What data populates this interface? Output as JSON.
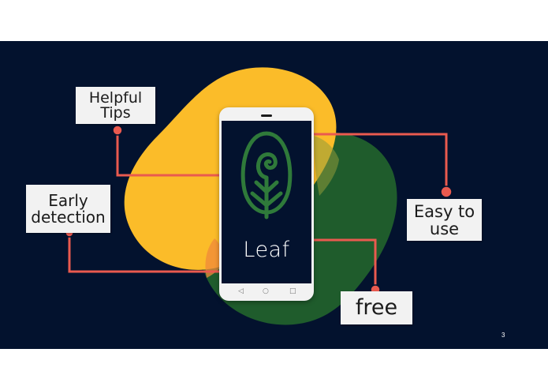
{
  "slide": {
    "app_name": "Leaf",
    "page_number": "3",
    "callouts": {
      "helpful_tips": {
        "line1": "Helpful",
        "line2": "Tips"
      },
      "early_detection": {
        "line1": "Early",
        "line2": "detection"
      },
      "easy_to_use": {
        "line1": "Easy to",
        "line2": "use"
      },
      "free": {
        "line1": "free"
      }
    },
    "icons": {
      "logo": "leaf-icon",
      "nav_back": "back-triangle-icon",
      "nav_home": "home-circle-icon",
      "nav_recent": "recent-square-icon"
    },
    "nav_glyphs": {
      "back": "◁",
      "home": "○",
      "recent": "□"
    },
    "colors": {
      "background": "#03122e",
      "yellow_blob": "#fbbc29",
      "green_blob": "#1f5c2c",
      "connector": "#ea5a4f",
      "leaf_logo": "#2f7a3a",
      "callout_box": "#f2f2f2"
    }
  }
}
